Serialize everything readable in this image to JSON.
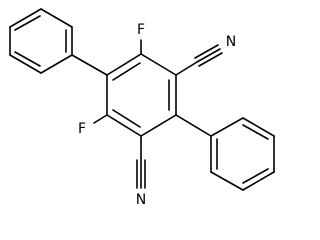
{
  "molecule": {
    "atoms": {
      "f_top": "F",
      "f_bottom": "F",
      "n_top": "N",
      "n_bottom": "N"
    },
    "colors": {
      "bond": "#000000",
      "label": "#000000",
      "background": "#ffffff"
    }
  }
}
